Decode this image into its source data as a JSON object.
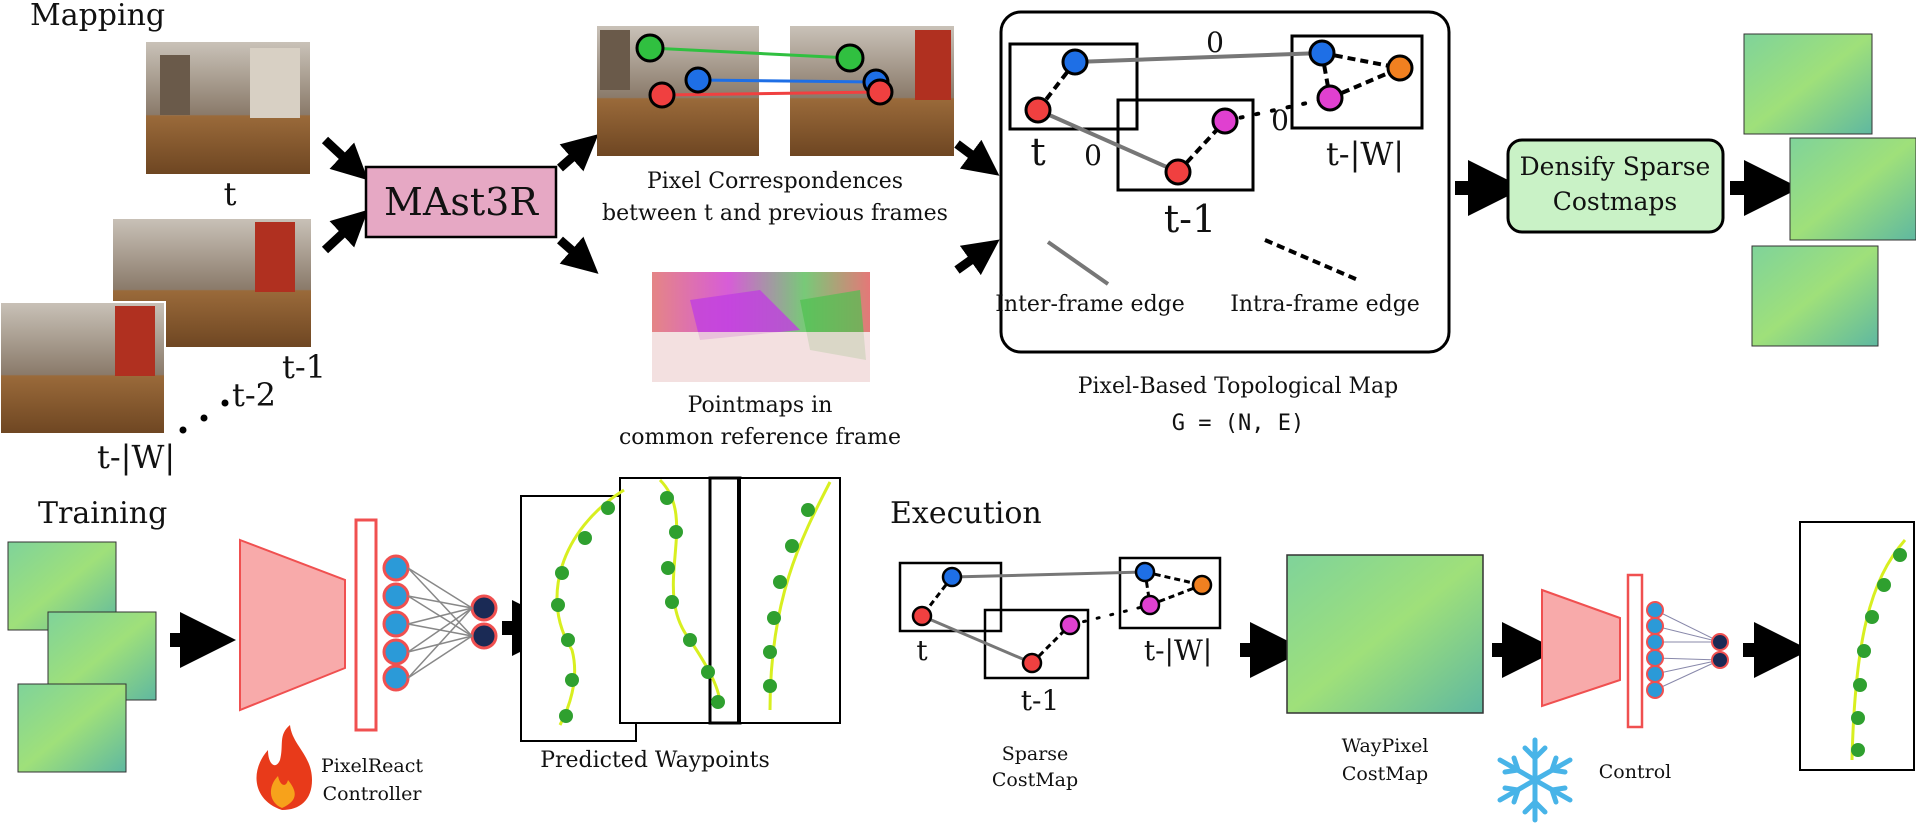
{
  "sections": {
    "mapping": "Mapping",
    "training": "Training",
    "execution": "Execution"
  },
  "frames": {
    "t": "t",
    "t1": "t-1",
    "t2": "t-2",
    "tw": "t-|W|"
  },
  "mast3r": {
    "label": "MAst3R"
  },
  "correspondences": {
    "line1": "Pixel Correspondences",
    "line2": "between t and previous frames"
  },
  "pointmaps": {
    "line1": "Pointmaps in",
    "line2": "common reference frame"
  },
  "topomap": {
    "title": "Pixel-Based Topological Map",
    "formula": "G = (N, E)",
    "edge_weight_top": "0",
    "edge_weight_mid": "0",
    "edge_weight_right": "0",
    "legend_inter": "Inter-frame edge",
    "legend_intra": "Intra-frame edge"
  },
  "densify": {
    "line1": "Densify Sparse",
    "line2": "Costmaps"
  },
  "training": {
    "controller_line1": "PixelReact",
    "controller_line2": "Controller",
    "waypoints": "Predicted Waypoints"
  },
  "execution": {
    "sparse_line1": "Sparse",
    "sparse_line2": "CostMap",
    "waypixel_line1": "WayPixel",
    "waypixel_line2": "CostMap",
    "control": "Control"
  },
  "colors": {
    "mast3r_fill": "#e6a8c4",
    "densify_fill": "#c9f2c6",
    "node_blue": "#1e6fe6",
    "node_red": "#f04040",
    "node_magenta": "#e040d0",
    "node_orange": "#f08020",
    "node_green": "#30c040",
    "net_fill": "#f8aaaa",
    "net_stroke": "#f05050",
    "neuron_blue": "#2b9ad8",
    "neuron_navy": "#1a2a55",
    "waypoint_green": "#2fa02f",
    "path_yellow": "#d8ef20",
    "flame_red": "#e83a1a",
    "flame_orange": "#f7a21b",
    "snowflake": "#48b4e8",
    "costmap_green": "#8fe08a"
  }
}
